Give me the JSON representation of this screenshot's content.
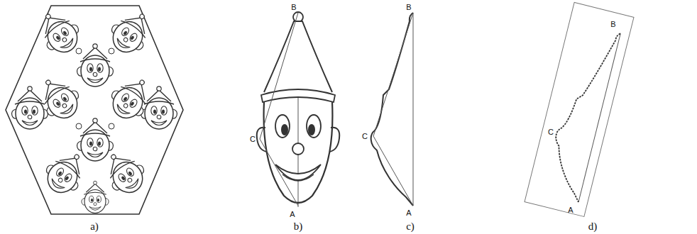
{
  "diagram": {
    "labels": [
      "B",
      "C",
      "A",
      "B",
      "C",
      "A",
      "B",
      "C",
      "A",
      "a)",
      "b)",
      "c)",
      "d)"
    ]
  }
}
